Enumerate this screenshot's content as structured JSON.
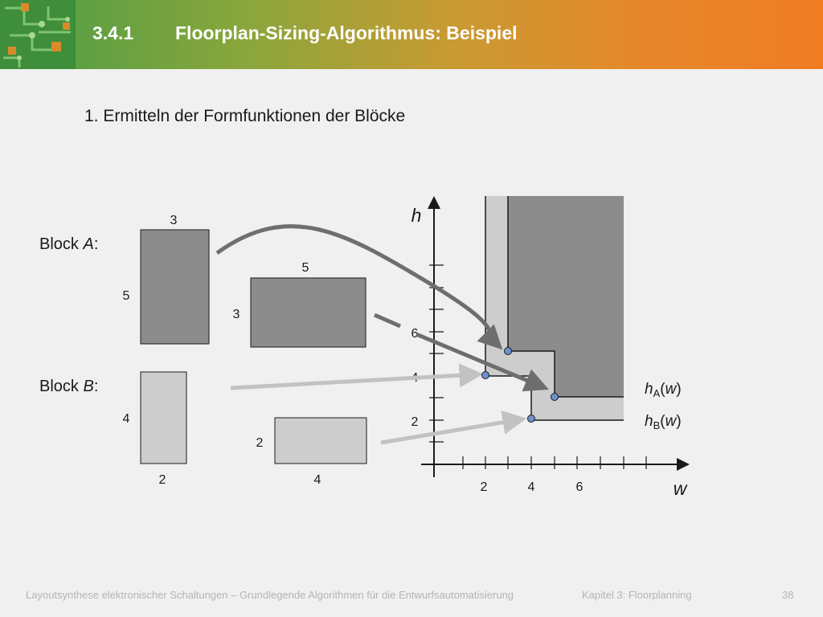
{
  "header": {
    "section_number": "3.4.1",
    "title": "Floorplan-Sizing-Algorithmus: Beispiel"
  },
  "main": {
    "subheading": "1. Ermitteln der Formfunktionen der Blöcke"
  },
  "diagram": {
    "block_a": {
      "label_prefix": "Block ",
      "label_var": "A",
      "label_suffix": ":",
      "orientation_1": {
        "width": "3",
        "height": "5"
      },
      "orientation_2": {
        "width": "5",
        "height": "3"
      }
    },
    "block_b": {
      "label_prefix": "Block ",
      "label_var": "B",
      "label_suffix": ":",
      "orientation_1": {
        "width": "2",
        "height": "4"
      },
      "orientation_2": {
        "width": "4",
        "height": "2"
      }
    },
    "axes": {
      "y_label": "h",
      "x_label": "w",
      "y_ticks": [
        "2",
        "4",
        "6"
      ],
      "x_ticks": [
        "2",
        "4",
        "6"
      ]
    },
    "legend": {
      "ha_h": "h",
      "ha_sub": "A",
      "ha_open": "(",
      "ha_w": "w",
      "ha_close": ")",
      "hb_h": "h",
      "hb_sub": "B",
      "hb_open": "(",
      "hb_w": "w",
      "hb_close": ")"
    },
    "colors": {
      "block_a": "#8c8c8c",
      "block_b": "#cdcdcd",
      "arrow_dark": "#6e6e6e",
      "arrow_light": "#c2c2c2",
      "point": "#6f8fce"
    }
  },
  "footer": {
    "course": "Layoutsynthese elektronischer Schaltungen – Grundlegende Algorithmen für die Entwurfsautomatisierung",
    "chapter": "Kapitel 3: Floorplanning",
    "page": "38"
  }
}
